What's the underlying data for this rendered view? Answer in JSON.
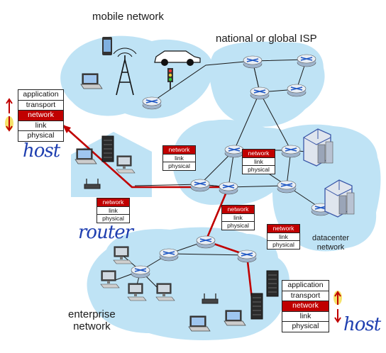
{
  "labels": {
    "mobile_network": "mobile network",
    "isp": "national or global ISP",
    "datacenter_line1": "datacenter",
    "datacenter_line2": "network",
    "enterprise_line1": "enterprise",
    "enterprise_line2": "network",
    "host_top": "host",
    "router": "router",
    "host_bottom": "host"
  },
  "host_stack": [
    "application",
    "transport",
    "network",
    "link",
    "physical"
  ],
  "router_stack": [
    "network",
    "link",
    "physical"
  ],
  "highlight_layer": "network",
  "colors": {
    "region_fill": "#bfe3f5",
    "path_red": "#c00000",
    "handwriting": "#1f3fb0",
    "link_line": "#1a1a1a"
  },
  "icons": [
    "router-icon",
    "laptop-icon",
    "desktop-icon",
    "server-icon",
    "cell-tower-icon",
    "smartphone-icon",
    "car-icon",
    "traffic-light-icon",
    "wifi-ap-icon",
    "updown-arrow-icon"
  ]
}
